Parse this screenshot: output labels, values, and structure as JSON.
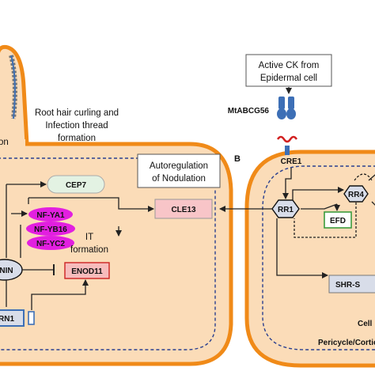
{
  "panel_b": {
    "letter": "B"
  },
  "root_hair": {
    "curling_line1": "Root hair curling and",
    "curling_line2": "Infection thread",
    "curling_line3": "formation",
    "cut_text": "on"
  },
  "autoregulation": {
    "line1": "Autoregulation",
    "line2": "of Nodulation"
  },
  "active_ck": {
    "line1": "Active CK from",
    "line2": "Epidermal cell"
  },
  "transporter": "MtABCG56",
  "receptor": "CRE1",
  "genes": {
    "cep7": "CEP7",
    "cle13": "CLE13",
    "nf_ya1": "NF-YA1",
    "nf_yb16": "NF-YB16",
    "nf_yc2": "NF-YC2",
    "it_formation_line1": "IT",
    "it_formation_line2": "formation",
    "nin": "NIN",
    "enod11": "ENOD11",
    "rn1": "RN1",
    "rr1": "RR1",
    "rr4": "RR4",
    "efd": "EFD",
    "shr_s": "SHR-S"
  },
  "right_cell": {
    "cell_text": "Cell",
    "pericycle": "Pericycle/Cortical"
  },
  "colors": {
    "cell_fill": "#fbdcb8",
    "cell_border": "#f08a18",
    "nuclear_border": "#2a3f8f",
    "cep7_fill": "#e3f2e3",
    "cle13_fill": "#f8c5c8",
    "nfy_fill": "#e21fe0",
    "enod11_fill": "#f7bcbc",
    "rr_fill": "#d8dde9",
    "efd_border": "#3c9c3c",
    "receptor_red": "#d22020",
    "transporter_blue": "#3d6fb6"
  }
}
